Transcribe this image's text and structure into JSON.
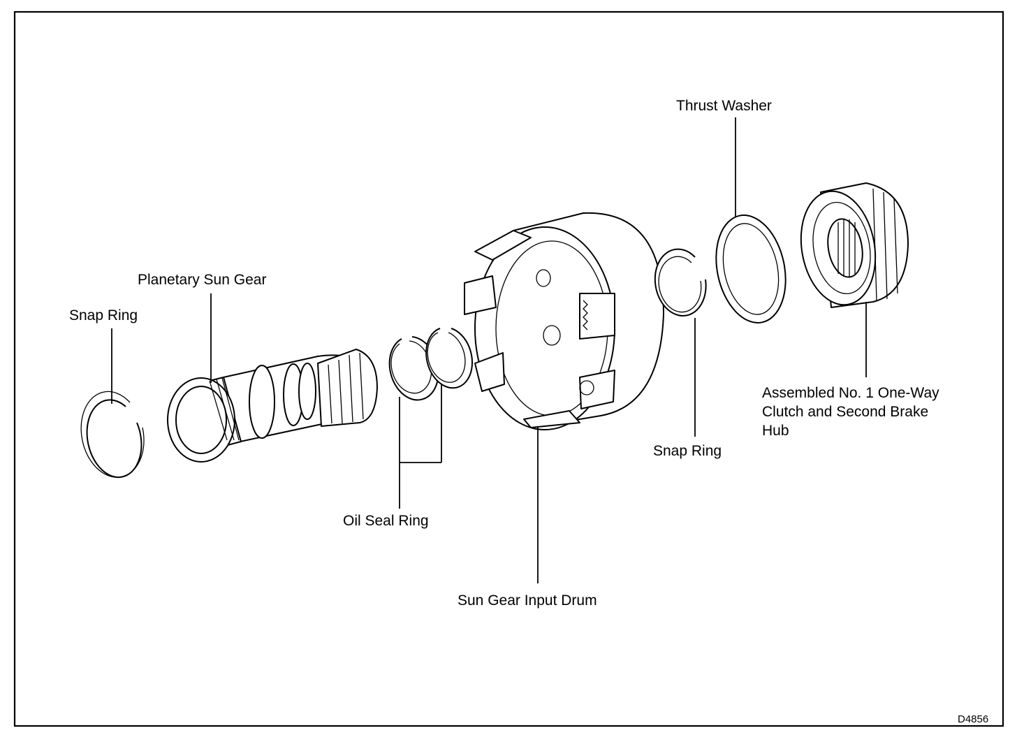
{
  "labels": {
    "snap_ring_left": "Snap Ring",
    "planetary_sun_gear": "Planetary Sun Gear",
    "oil_seal_ring": "Oil Seal Ring",
    "sun_gear_input_drum": "Sun Gear Input Drum",
    "snap_ring_right": "Snap Ring",
    "thrust_washer": "Thrust Washer",
    "one_way_clutch_line1": "Assembled No. 1 One-Way",
    "one_way_clutch_line2": "Clutch and Second Brake",
    "one_way_clutch_line3": "Hub"
  },
  "figure_code": "D4856"
}
